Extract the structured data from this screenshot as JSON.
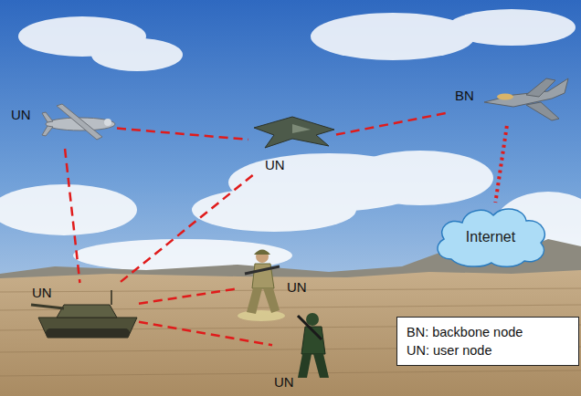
{
  "diagram": {
    "nodes": [
      {
        "text": [
          "UN"
        ]
      },
      {
        "text": [
          "UN"
        ]
      },
      {
        "text": [
          "BN"
        ]
      },
      {
        "text": [
          "Internet"
        ]
      },
      {
        "text": [
          "UN"
        ]
      },
      {
        "text": [
          "UN"
        ]
      },
      {
        "text": [
          "UN"
        ]
      },
      {
        "text": [
          "BN: backbone node",
          "UN: user node"
        ]
      }
    ],
    "edges": [
      {
        "from": 0,
        "to": 1,
        "arrow": "none"
      },
      {
        "from": 1,
        "to": 2,
        "arrow": "none"
      },
      {
        "from": 2,
        "to": 3,
        "arrow": "none"
      },
      {
        "from": 0,
        "to": 4,
        "arrow": "none"
      },
      {
        "from": 1,
        "to": 4,
        "arrow": "none"
      },
      {
        "from": 4,
        "to": 5,
        "arrow": "none"
      },
      {
        "from": 4,
        "to": 6,
        "arrow": "none"
      }
    ]
  }
}
